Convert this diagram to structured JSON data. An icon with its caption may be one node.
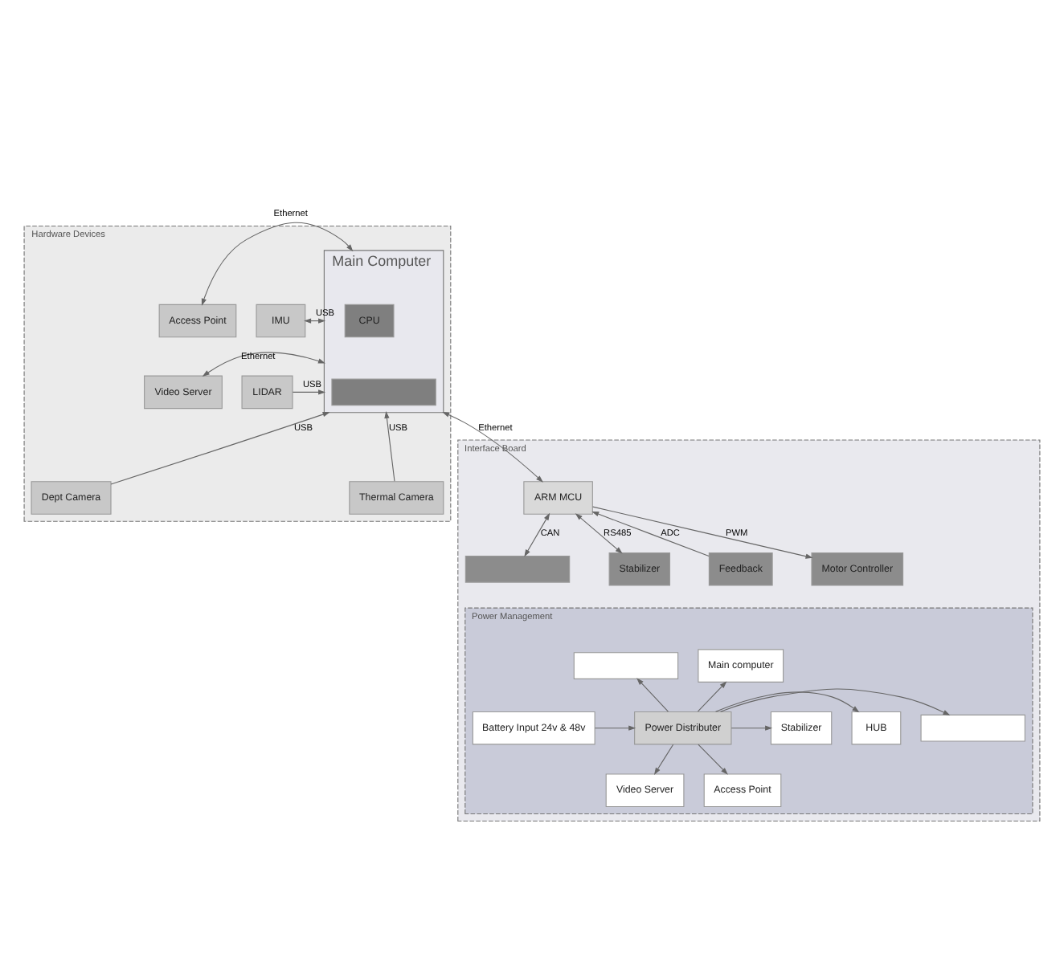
{
  "diagram": {
    "nodes": [
      {
        "text": [
          "Hardware Devices"
        ]
      },
      {
        "text": [
          "Access Point"
        ],
        "in": 0
      },
      {
        "text": [
          "Video Server"
        ],
        "in": 0
      },
      {
        "text": [
          "Dept Camera"
        ],
        "in": 0
      },
      {
        "text": [
          "Main Computer"
        ],
        "in": 0
      },
      {
        "text": [
          "CPU"
        ],
        "in": 4
      },
      {
        "text": [],
        "shape": "box",
        "in": 4
      },
      {
        "text": [
          "IMU"
        ],
        "in": 0
      },
      {
        "text": [
          "LIDAR"
        ],
        "in": 0
      },
      {
        "text": [
          "Thermal Camera"
        ],
        "in": 0
      },
      {
        "text": [
          "Interface Board"
        ]
      },
      {
        "text": [
          "ARM MCU"
        ],
        "in": 10
      },
      {
        "text": [],
        "shape": "box",
        "in": 10
      },
      {
        "text": [
          "Stabilizer"
        ],
        "in": 10
      },
      {
        "text": [
          "Feedback"
        ],
        "in": 10
      },
      {
        "text": [
          "Motor Controller"
        ],
        "in": 10
      },
      {
        "text": [
          "Power Management"
        ],
        "in": 10
      },
      {
        "text": [
          "Main computer"
        ],
        "in": 16
      },
      {
        "text": [],
        "shape": "box",
        "in": 16
      },
      {
        "text": [
          "HUB"
        ],
        "in": 16
      },
      {
        "text": [
          "Battery Input 24v & 48v"
        ],
        "in": 16
      },
      {
        "text": [
          "Power Distributer"
        ],
        "in": 16
      },
      {
        "text": [
          "Stabilizer"
        ],
        "in": 16
      },
      {
        "text": [],
        "shape": "box",
        "in": 16
      },
      {
        "text": [
          "Video Server"
        ],
        "in": 16
      },
      {
        "text": [
          "Access Point"
        ],
        "in": 16
      }
    ],
    "edges": [
      {
        "from": 1,
        "to": 4,
        "arrow": "both",
        "label": "Ethernet"
      },
      {
        "from": 2,
        "to": 4,
        "arrow": "both",
        "label": "Ethernet"
      },
      {
        "from": 3,
        "to": 4,
        "arrow": "to",
        "label": "USB"
      },
      {
        "from": 4,
        "to": 7,
        "arrow": "both",
        "label": "USB"
      },
      {
        "from": 8,
        "to": 4,
        "arrow": "to",
        "label": "USB"
      },
      {
        "from": 9,
        "to": 4,
        "arrow": "to",
        "label": "USB"
      },
      {
        "from": 4,
        "to": 11,
        "arrow": "both",
        "label": "Ethernet"
      },
      {
        "from": 11,
        "to": 12,
        "arrow": "both",
        "label": "CAN"
      },
      {
        "from": 11,
        "to": 13,
        "arrow": "both",
        "label": "RS485"
      },
      {
        "from": 14,
        "to": 11,
        "arrow": "to",
        "label": "ADC"
      },
      {
        "from": 11,
        "to": 15,
        "arrow": "to",
        "label": "PWM"
      },
      {
        "from": 20,
        "to": 21,
        "arrow": "to"
      },
      {
        "from": 21,
        "to": 17,
        "arrow": "to"
      },
      {
        "from": 21,
        "to": 18,
        "arrow": "to"
      },
      {
        "from": 21,
        "to": 19,
        "arrow": "to"
      },
      {
        "from": 21,
        "to": 22,
        "arrow": "to"
      },
      {
        "from": 21,
        "to": 23,
        "arrow": "to"
      },
      {
        "from": 21,
        "to": 24,
        "arrow": "to"
      },
      {
        "from": 21,
        "to": 25,
        "arrow": "to"
      }
    ]
  }
}
